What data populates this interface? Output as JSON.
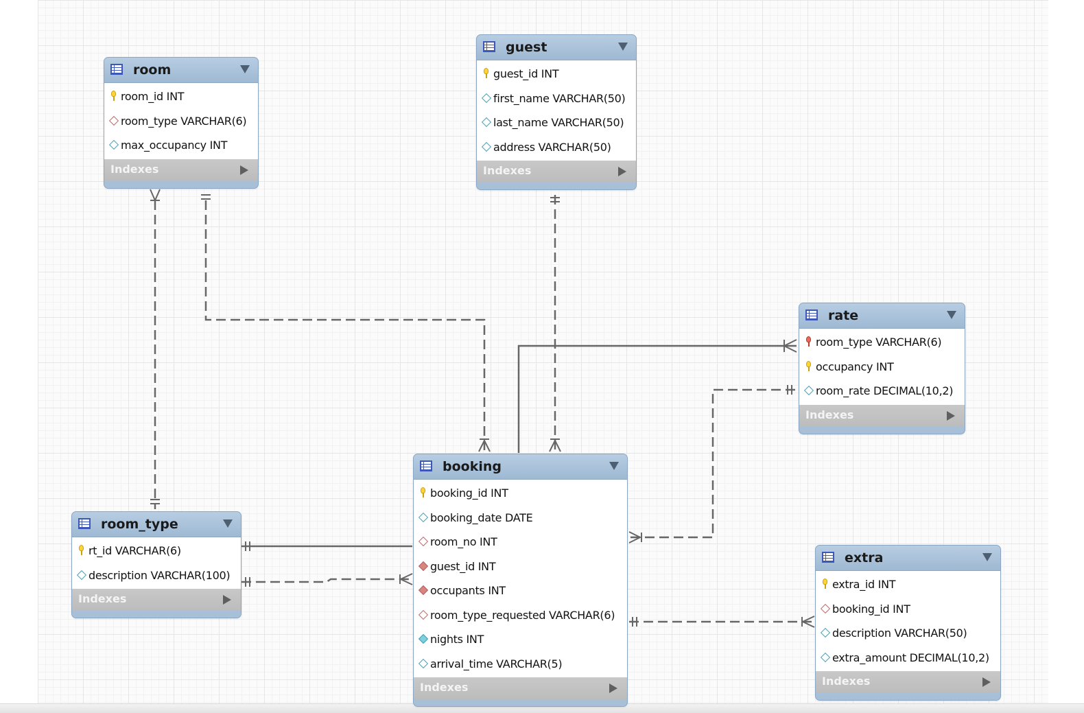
{
  "colors": {
    "header": "#a7c0d8",
    "indexes_bar": "#c0c0c0",
    "line": "#666666",
    "grid": "#e6e6e6"
  },
  "tables": {
    "room": {
      "name": "room",
      "columns": [
        {
          "text": "room_id INT",
          "icon": "primary-key-icon"
        },
        {
          "text": "room_type VARCHAR(6)",
          "icon": "foreign-key-column-icon"
        },
        {
          "text": "max_occupancy INT",
          "icon": "column-icon"
        }
      ],
      "indexes": "Indexes"
    },
    "guest": {
      "name": "guest",
      "columns": [
        {
          "text": "guest_id INT",
          "icon": "primary-key-icon"
        },
        {
          "text": "first_name VARCHAR(50)",
          "icon": "column-icon"
        },
        {
          "text": "last_name VARCHAR(50)",
          "icon": "column-icon"
        },
        {
          "text": "address VARCHAR(50)",
          "icon": "column-icon"
        }
      ],
      "indexes": "Indexes"
    },
    "rate": {
      "name": "rate",
      "columns": [
        {
          "text": "room_type VARCHAR(6)",
          "icon": "primary-foreign-key-icon"
        },
        {
          "text": "occupancy INT",
          "icon": "primary-key-icon"
        },
        {
          "text": "room_rate DECIMAL(10,2)",
          "icon": "column-icon"
        }
      ],
      "indexes": "Indexes"
    },
    "booking": {
      "name": "booking",
      "columns": [
        {
          "text": "booking_id INT",
          "icon": "primary-key-icon"
        },
        {
          "text": "booking_date DATE",
          "icon": "column-icon"
        },
        {
          "text": "room_no INT",
          "icon": "foreign-key-column-icon"
        },
        {
          "text": "guest_id INT",
          "icon": "foreign-key-not-null-icon"
        },
        {
          "text": "occupants INT",
          "icon": "foreign-key-not-null-icon"
        },
        {
          "text": "room_type_requested VARCHAR(6)",
          "icon": "foreign-key-column-icon"
        },
        {
          "text": "nights INT",
          "icon": "not-null-column-icon"
        },
        {
          "text": "arrival_time VARCHAR(5)",
          "icon": "column-icon"
        }
      ],
      "indexes": "Indexes"
    },
    "room_type": {
      "name": "room_type",
      "columns": [
        {
          "text": "rt_id VARCHAR(6)",
          "icon": "primary-key-icon"
        },
        {
          "text": "description VARCHAR(100)",
          "icon": "column-icon"
        }
      ],
      "indexes": "Indexes"
    },
    "extra": {
      "name": "extra",
      "columns": [
        {
          "text": "extra_id INT",
          "icon": "primary-key-icon"
        },
        {
          "text": "booking_id INT",
          "icon": "foreign-key-column-icon"
        },
        {
          "text": "description VARCHAR(50)",
          "icon": "column-icon"
        },
        {
          "text": "extra_amount DECIMAL(10,2)",
          "icon": "column-icon"
        }
      ],
      "indexes": "Indexes"
    }
  },
  "relationships": [
    {
      "from": "room",
      "to": "room_type",
      "style": "non-identifying",
      "from_card": "many",
      "to_card": "one"
    },
    {
      "from": "room",
      "to": "booking",
      "style": "non-identifying",
      "from_card": "one",
      "to_card": "many"
    },
    {
      "from": "guest",
      "to": "booking",
      "style": "non-identifying",
      "from_card": "one",
      "to_card": "many"
    },
    {
      "from": "rate",
      "to": "booking",
      "style": "identifying",
      "from_card": "many",
      "to_card": "one"
    },
    {
      "from": "rate",
      "to": "booking",
      "style": "non-identifying",
      "from_card": "one",
      "to_card": "many"
    },
    {
      "from": "room_type",
      "to": "booking",
      "style": "identifying",
      "from_card": "one",
      "to_card": "one"
    },
    {
      "from": "room_type",
      "to": "booking",
      "style": "non-identifying",
      "from_card": "one",
      "to_card": "many"
    },
    {
      "from": "booking",
      "to": "extra",
      "style": "non-identifying",
      "from_card": "one",
      "to_card": "many"
    }
  ]
}
